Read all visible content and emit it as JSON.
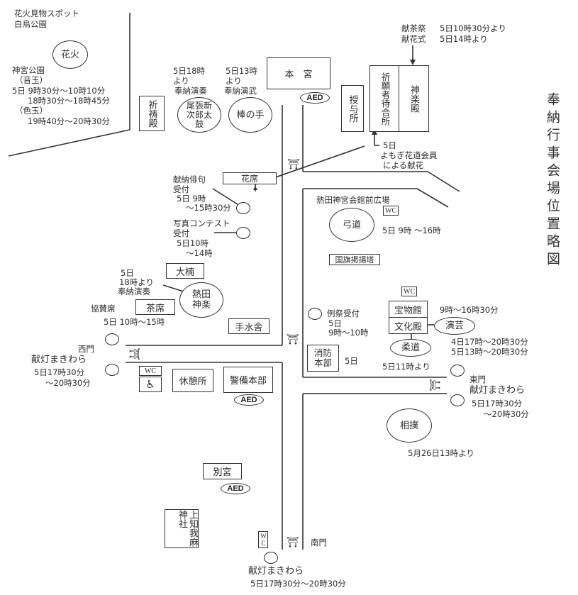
{
  "title": "奉納行事会場位置略図",
  "fireworks": {
    "spot_label_1": "花火見物スポット",
    "spot_label_2": "白鳥公園",
    "circle": "花火",
    "park": "神宮公園",
    "sound_label": "（音玉）",
    "sound_time_1": "5日 9時30分～10時10分",
    "sound_time_2": "18時30分～18時45分",
    "color_label": "（色玉）",
    "color_time": "19時40分～20時30分"
  },
  "buildings": {
    "kitoden": "祈祷殿",
    "honguu": "本　宮",
    "juyosho": "授与所",
    "kigansha": "祈願者待合所",
    "kaguraden": "神楽殿",
    "hanaseki": "花席",
    "kokki": "国旗掲揚塔",
    "ookusu": "大楠",
    "chaseki": "茶席",
    "temizuya": "手水舎",
    "houmotsukan": "宝物館",
    "bunkaden": "文化殿",
    "shoubou": "消防本部",
    "kyukeisho": "休憩所",
    "keibi": "警備本部",
    "betsugu": "別宮",
    "kamichikama": "上知我麻神社"
  },
  "circles": {
    "owari": "尾張新次郎太鼓",
    "bounote": "棒の手",
    "kyudo": "弓道",
    "atsuta_kagura": "熱田神楽",
    "engei": "演芸",
    "judo": "柔道",
    "sumo": "相撲"
  },
  "events": {
    "owari_time_1": "5日18時",
    "owari_time_2": "より",
    "owari_time_3": "奉納演奏",
    "bounote_time_1": "5日13時",
    "bounote_time_2": "より",
    "bounote_time_3": "奉納演武",
    "kencha_label": "献茶祭",
    "kencha_time": "5日10時30分より",
    "kenka_label": "献花式",
    "kenka_time": "5日14時より",
    "yomogi_1": "5日",
    "yomogi_2": "よもぎ花道会員",
    "yomogi_3": "による献花",
    "haiku_1": "献納俳句",
    "haiku_2": "受付",
    "haiku_3": "5日 9時",
    "haiku_4": "～15時30分",
    "photo_1": "写真コンテスト",
    "photo_2": "受付",
    "photo_3": "5日10時",
    "photo_4": "～14時",
    "plaza": "熱田神宮会館前広場",
    "kyudo_time": "5日 9時 ～16時",
    "kagura_1": "5日",
    "kagura_2": "18時より",
    "kagura_3": "奉納演奏",
    "kyousan": "協賛席",
    "chaseki_time": "5日 10時～15時",
    "reisai_1": "例祭受付",
    "reisai_2": "5日",
    "reisai_3": "9時～10時",
    "houmotsu_time": "9時～16時30分",
    "engei_time_1": "4日17時～20時30分",
    "engei_time_2": "5日13時～20時30分",
    "shoubou_day": "5日",
    "judo_time": "5日11時より",
    "sumo_time": "5月26日13時より"
  },
  "gates": {
    "west": "西門",
    "west_lantern": "献灯まきわら",
    "west_time_1": "5日17時30分",
    "west_time_2": "～20時30分",
    "east": "東門",
    "east_lantern": "献灯まきわら",
    "east_time_1": "5日17時30分",
    "east_time_2": "～20時30分",
    "south": "南門",
    "south_lantern": "献灯まきわら",
    "south_time": "5日17時30分～20時30分"
  },
  "facilities": {
    "aed": "AED",
    "wc": "WC",
    "wc_vertical": "WC",
    "wheelchair": "♿",
    "torii": "⛩"
  }
}
